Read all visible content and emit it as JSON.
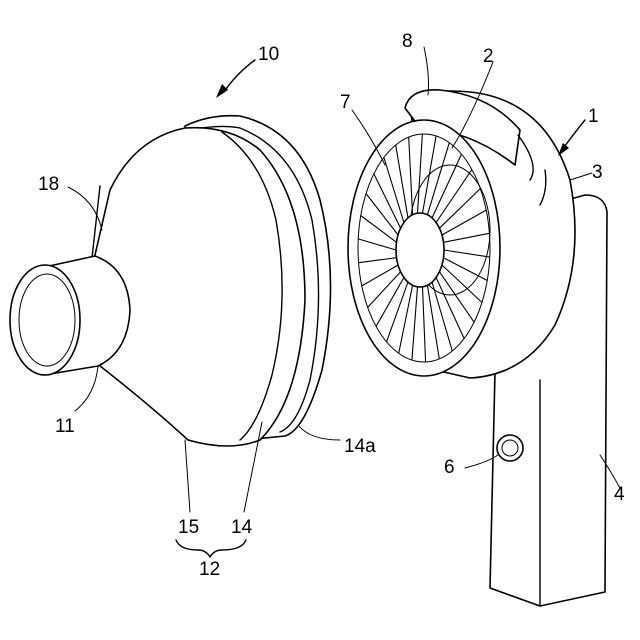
{
  "labels": {
    "fan_unit": "1",
    "fan_blade": "2",
    "fan_head": "3",
    "handle": "4",
    "button": "6",
    "guard": "7",
    "head_top": "8",
    "attachment": "10",
    "nozzle": "11",
    "hood": "12",
    "hood_ring": "14",
    "hood_ring_edge": "14a",
    "hood_body": "15",
    "seam": "18"
  },
  "colors": {
    "line": "#000000",
    "background": "#ffffff"
  }
}
